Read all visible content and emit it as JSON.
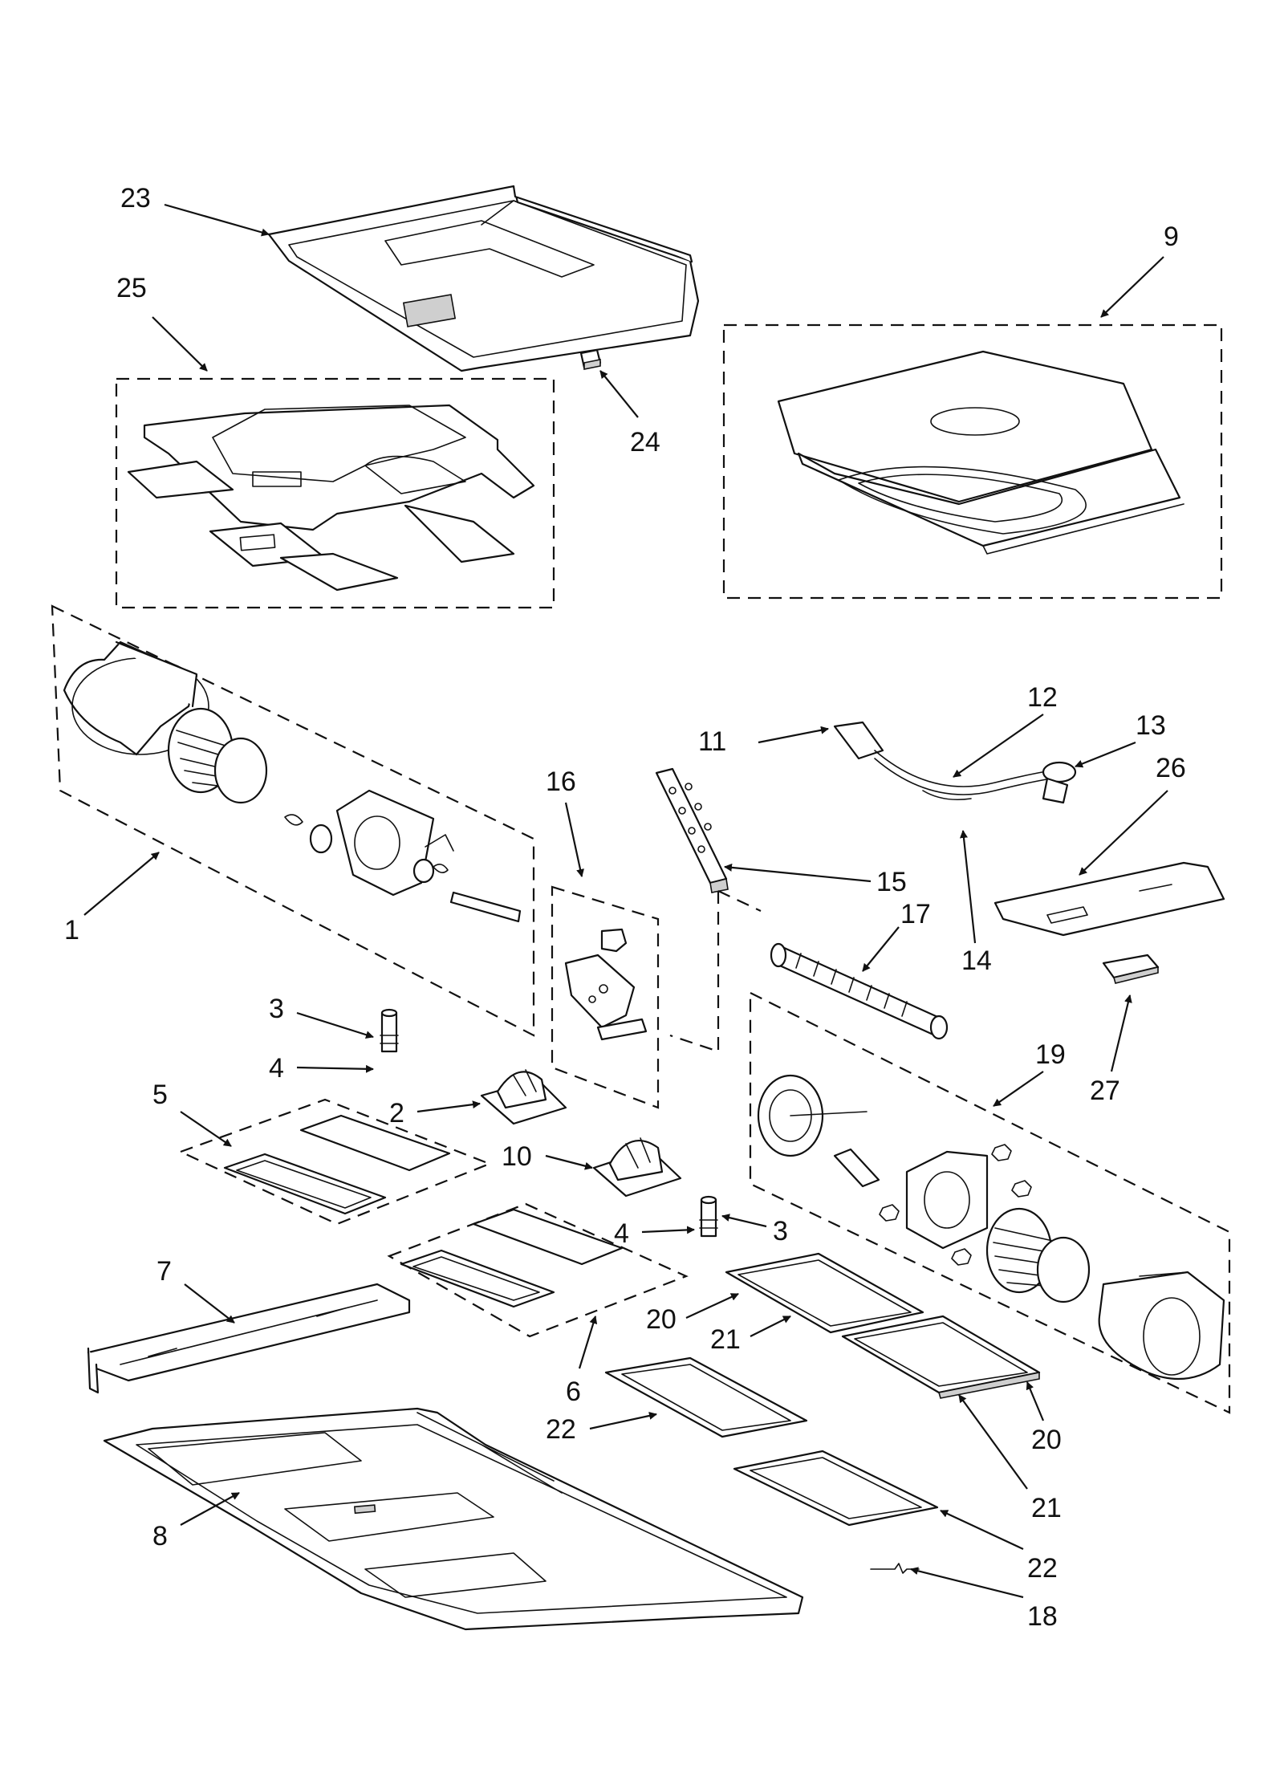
{
  "callouts": {
    "c1": "1",
    "c2": "2",
    "c3a": "3",
    "c3b": "3",
    "c4a": "4",
    "c4b": "4",
    "c5": "5",
    "c6": "6",
    "c7": "7",
    "c8": "8",
    "c9": "9",
    "c10": "10",
    "c11": "11",
    "c12": "12",
    "c13": "13",
    "c14": "14",
    "c15": "15",
    "c16": "16",
    "c17": "17",
    "c18": "18",
    "c19": "19",
    "c20a": "20",
    "c20b": "20",
    "c21a": "21",
    "c21b": "21",
    "c22a": "22",
    "c22b": "22",
    "c23": "23",
    "c24": "24",
    "c25": "25",
    "c26": "26",
    "c27": "27"
  },
  "colors": {
    "line": "#111111",
    "background": "#ffffff",
    "shade": "#cfcfcf"
  }
}
